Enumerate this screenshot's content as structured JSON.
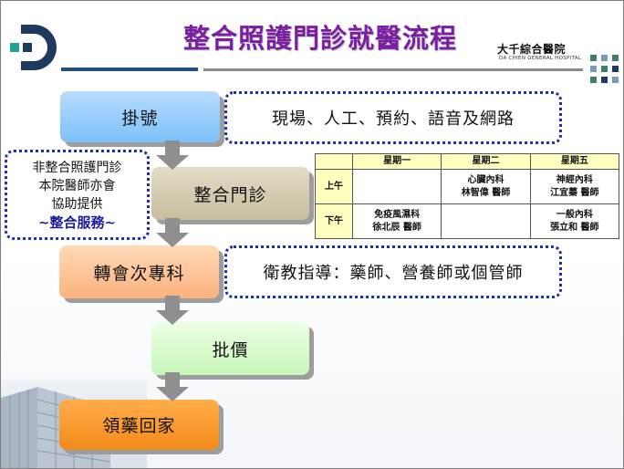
{
  "header": {
    "title": "整合照護門診就醫流程",
    "hospital_name": "大千綜合醫院",
    "hospital_name_en": "DA CHIEN GENERAL HOSPITAL"
  },
  "steps": [
    {
      "label": "掛號"
    },
    {
      "label": "整合門診"
    },
    {
      "label": "轉會次專科"
    },
    {
      "label": "批價"
    },
    {
      "label": "領藥回家"
    }
  ],
  "notes": {
    "registration": "現場、人工、預約、語音及網路",
    "health_education": "衛教指導：藥師、營養師或個管師",
    "non_integrated": {
      "lines": [
        "非整合照護門診",
        "本院醫師亦會",
        "協助提供"
      ],
      "highlight": "~整合服務~"
    }
  },
  "schedule": {
    "headers": [
      "",
      "星期一",
      "星期二",
      "星期五"
    ],
    "rows": [
      {
        "period": "上午",
        "cells": [
          [
            "",
            ""
          ],
          [
            "心臟內科",
            "林智偉 醫師"
          ],
          [
            "神經內科",
            "江宜蓁 醫師"
          ]
        ]
      },
      {
        "period": "下午",
        "cells": [
          [
            "免疫風濕科",
            "徐北辰 醫師"
          ],
          [
            "",
            ""
          ],
          [
            "一般內科",
            "張立和 醫師"
          ]
        ]
      }
    ]
  },
  "colors": {
    "title": "#7b1fa2",
    "note_border": "#1d2fa8",
    "logo_navy": "#1f3a5f",
    "logo_teal": "#1fa58f"
  },
  "icons": {
    "logo": "hospital-logo-icon",
    "arrow": "arrow-down-icon",
    "dots": "decorative-dots-icon",
    "building": "hospital-building-image"
  }
}
